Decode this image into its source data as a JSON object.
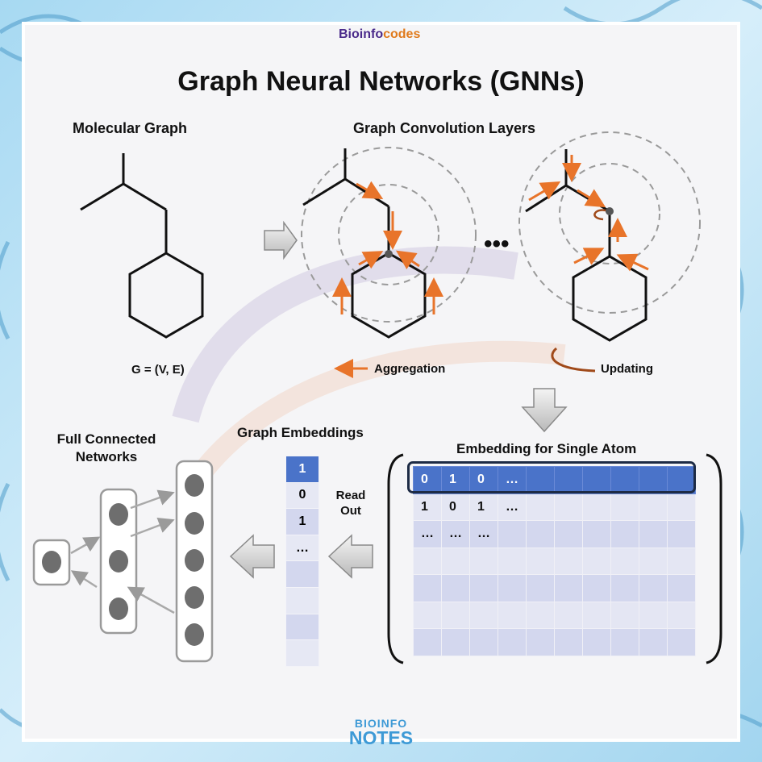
{
  "logo": {
    "part1": "Bioinfo",
    "part2": "codes"
  },
  "title": "Graph Neural Networks (GNNs)",
  "molecular_graph": {
    "heading": "Molecular Graph",
    "formula": "G = (V, E)"
  },
  "convolution": {
    "heading": "Graph Convolution Layers",
    "ellipsis": "•••",
    "legend_aggregation": "Aggregation",
    "legend_updating": "Updating"
  },
  "single_atom": {
    "heading": "Embedding for Single Atom",
    "rows": [
      [
        "0",
        "1",
        "0",
        "…",
        "",
        "",
        "",
        "",
        "",
        ""
      ],
      [
        "1",
        "0",
        "1",
        "…",
        "",
        "",
        "",
        "",
        "",
        ""
      ],
      [
        "…",
        "…",
        "…",
        "",
        "",
        "",
        "",
        "",
        "",
        ""
      ],
      [
        "",
        "",
        "",
        "",
        "",
        "",
        "",
        "",
        "",
        ""
      ],
      [
        "",
        "",
        "",
        "",
        "",
        "",
        "",
        "",
        "",
        ""
      ],
      [
        "",
        "",
        "",
        "",
        "",
        "",
        "",
        "",
        "",
        ""
      ],
      [
        "",
        "",
        "",
        "",
        "",
        "",
        "",
        "",
        "",
        ""
      ]
    ]
  },
  "readout": {
    "line1": "Read",
    "line2": "Out"
  },
  "graph_embeddings": {
    "heading": "Graph Embeddings",
    "values": [
      "1",
      "0",
      "1",
      "…",
      "",
      "",
      "",
      ""
    ]
  },
  "fcn": {
    "line1": "Full Connected",
    "line2": "Networks"
  },
  "footer": {
    "line1": "BIOINFO",
    "line2": "NOTES"
  },
  "colors": {
    "accent_orange": "#e8742a",
    "embedding_blue": "#4a73c9",
    "frame_blue": "#5fb2e0"
  }
}
